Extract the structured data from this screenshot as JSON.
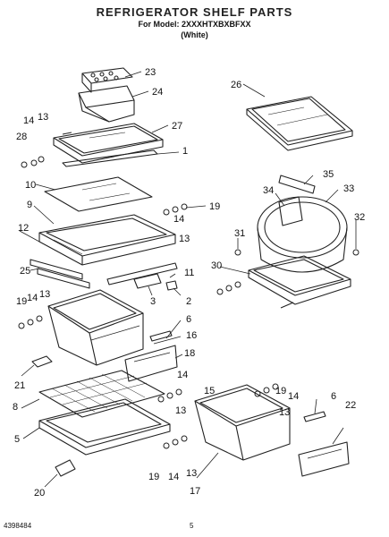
{
  "header": {
    "title": "REFRIGERATOR SHELF PARTS",
    "model_line": "For Model: 2XXXHTXBXBFXX",
    "color_line": "(White)"
  },
  "footer": {
    "doc_number": "4398484",
    "page_number": "5"
  },
  "callouts": [
    "23",
    "24",
    "27",
    "1",
    "14",
    "13",
    "28",
    "10",
    "9",
    "19",
    "12",
    "14",
    "13",
    "26",
    "35",
    "34",
    "33",
    "32",
    "31",
    "30",
    "11",
    "25",
    "3",
    "2",
    "19",
    "14",
    "13",
    "6",
    "16",
    "18",
    "21",
    "8",
    "5",
    "20",
    "14",
    "15",
    "13",
    "19",
    "14",
    "13",
    "19",
    "14",
    "13",
    "6",
    "22",
    "17"
  ]
}
